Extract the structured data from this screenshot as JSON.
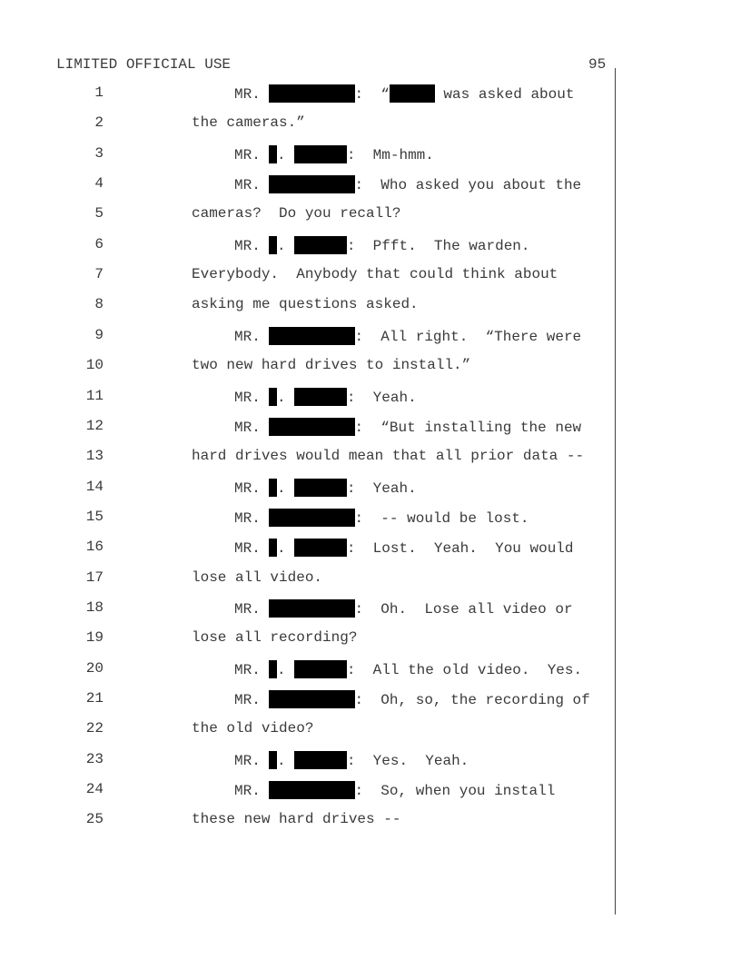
{
  "header": {
    "classification": "LIMITED OFFICIAL USE",
    "page_number": "95"
  },
  "lines": [
    {
      "n": "1",
      "kind": "speaker",
      "parts": [
        "MR. ",
        {
          "r": 9.8
        },
        ":  “",
        {
          "r": 5.2
        },
        " was asked about"
      ]
    },
    {
      "n": "2",
      "kind": "cont",
      "parts": [
        "the cameras.”"
      ]
    },
    {
      "n": "3",
      "kind": "speaker",
      "parts": [
        "MR. ",
        {
          "r": 0.9
        },
        ". ",
        {
          "r": 6
        },
        ":  Mm-hmm."
      ]
    },
    {
      "n": "4",
      "kind": "speaker",
      "parts": [
        "MR. ",
        {
          "r": 9.8
        },
        ":  Who asked you about the"
      ]
    },
    {
      "n": "5",
      "kind": "cont",
      "parts": [
        "cameras?  Do you recall?"
      ]
    },
    {
      "n": "6",
      "kind": "speaker",
      "parts": [
        "MR. ",
        {
          "r": 0.9
        },
        ". ",
        {
          "r": 6
        },
        ":  Pfft.  The warden."
      ]
    },
    {
      "n": "7",
      "kind": "cont",
      "parts": [
        "Everybody.  Anybody that could think about"
      ]
    },
    {
      "n": "8",
      "kind": "cont",
      "parts": [
        "asking me questions asked."
      ]
    },
    {
      "n": "9",
      "kind": "speaker",
      "parts": [
        "MR. ",
        {
          "r": 9.8
        },
        ":  All right.  “There were"
      ]
    },
    {
      "n": "10",
      "kind": "cont",
      "parts": [
        "two new hard drives to install.”"
      ]
    },
    {
      "n": "11",
      "kind": "speaker",
      "parts": [
        "MR. ",
        {
          "r": 0.9
        },
        ". ",
        {
          "r": 6
        },
        ":  Yeah."
      ]
    },
    {
      "n": "12",
      "kind": "speaker",
      "parts": [
        "MR. ",
        {
          "r": 9.8
        },
        ":  “But installing the new"
      ]
    },
    {
      "n": "13",
      "kind": "cont",
      "parts": [
        "hard drives would mean that all prior data --"
      ]
    },
    {
      "n": "14",
      "kind": "speaker",
      "parts": [
        "MR. ",
        {
          "r": 0.9
        },
        ". ",
        {
          "r": 6
        },
        ":  Yeah."
      ]
    },
    {
      "n": "15",
      "kind": "speaker",
      "parts": [
        "MR. ",
        {
          "r": 9.8
        },
        ":  -- would be lost."
      ]
    },
    {
      "n": "16",
      "kind": "speaker",
      "parts": [
        "MR. ",
        {
          "r": 0.9
        },
        ". ",
        {
          "r": 6
        },
        ":  Lost.  Yeah.  You would"
      ]
    },
    {
      "n": "17",
      "kind": "cont",
      "parts": [
        "lose all video."
      ]
    },
    {
      "n": "18",
      "kind": "speaker",
      "parts": [
        "MR. ",
        {
          "r": 9.8
        },
        ":  Oh.  Lose all video or"
      ]
    },
    {
      "n": "19",
      "kind": "cont",
      "parts": [
        "lose all recording?"
      ]
    },
    {
      "n": "20",
      "kind": "speaker",
      "parts": [
        "MR. ",
        {
          "r": 0.9
        },
        ". ",
        {
          "r": 6
        },
        ":  All the old video.  Yes."
      ]
    },
    {
      "n": "21",
      "kind": "speaker",
      "parts": [
        "MR. ",
        {
          "r": 9.8
        },
        ":  Oh, so, the recording of"
      ]
    },
    {
      "n": "22",
      "kind": "cont",
      "parts": [
        "the old video?"
      ]
    },
    {
      "n": "23",
      "kind": "speaker",
      "parts": [
        "MR. ",
        {
          "r": 0.9
        },
        ". ",
        {
          "r": 6
        },
        ":  Yes.  Yeah."
      ]
    },
    {
      "n": "24",
      "kind": "speaker",
      "parts": [
        "MR. ",
        {
          "r": 9.8
        },
        ":  So, when you install"
      ]
    },
    {
      "n": "25",
      "kind": "cont",
      "parts": [
        "these new hard drives --"
      ]
    }
  ]
}
